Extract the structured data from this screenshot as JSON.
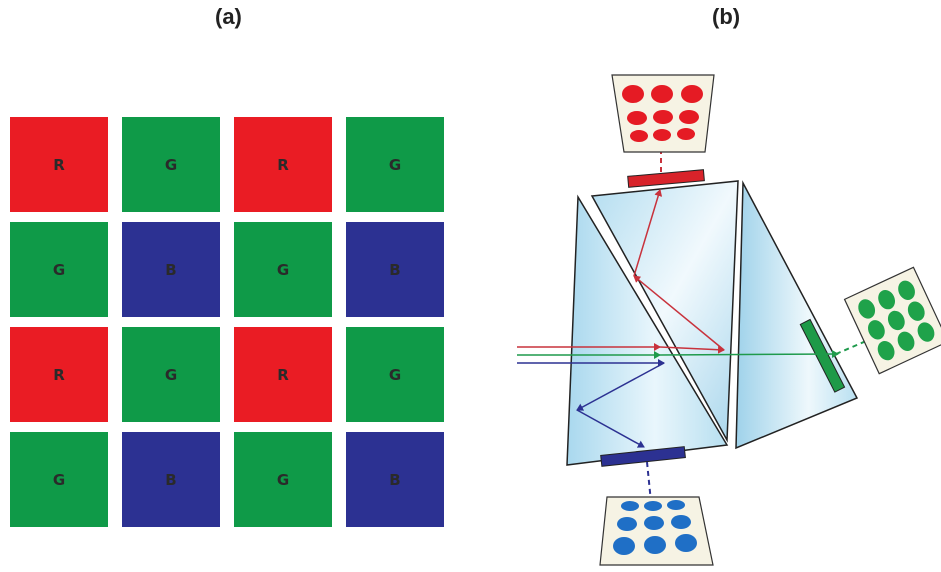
{
  "labels": {
    "a": "(a)",
    "b": "(b)"
  },
  "colors": {
    "R": "#ea1c24",
    "G": "#0f9a48",
    "B": "#2c3192"
  },
  "bayer": [
    [
      "R",
      "G",
      "R",
      "G"
    ],
    [
      "G",
      "B",
      "G",
      "B"
    ],
    [
      "R",
      "G",
      "R",
      "G"
    ],
    [
      "G",
      "B",
      "G",
      "B"
    ]
  ]
}
